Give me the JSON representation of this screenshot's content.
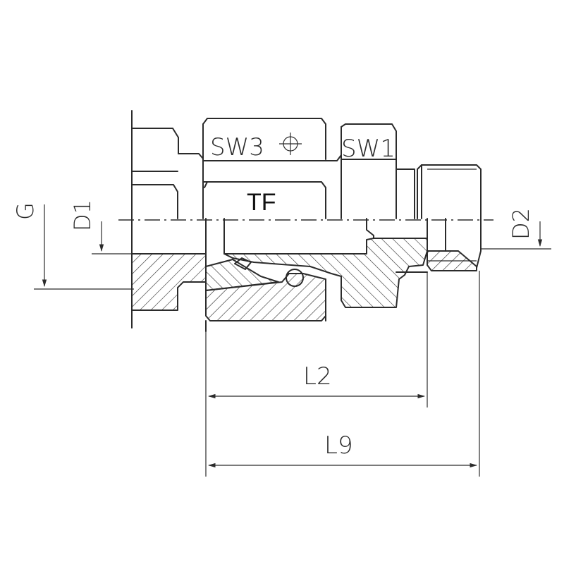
{
  "labels": {
    "sw3": "SW3",
    "sw1": "SW1",
    "tf": "TF",
    "g": "G",
    "d1": "D1",
    "d2": "D2",
    "l2": "L2",
    "l9": "L9"
  },
  "colors": {
    "line": "#2b2b2b",
    "background": "#ffffff"
  }
}
